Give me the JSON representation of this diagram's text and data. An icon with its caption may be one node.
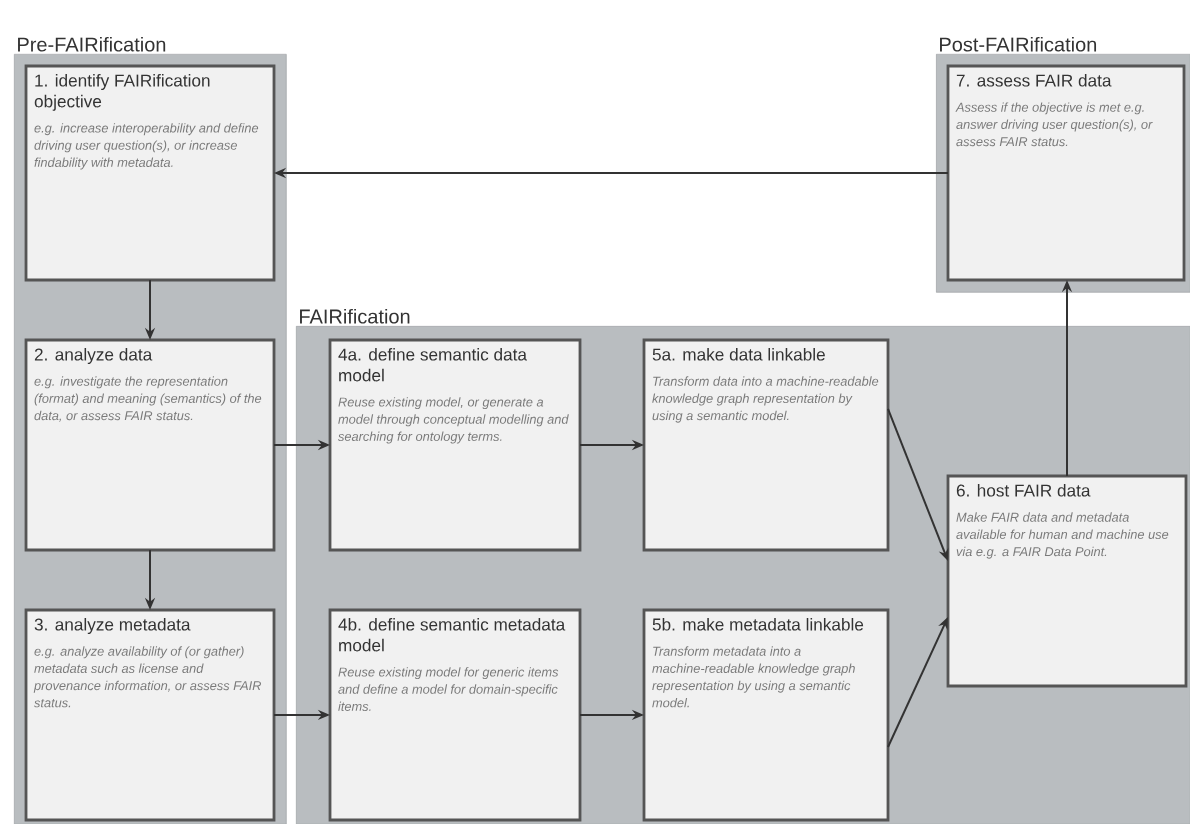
{
  "diagram": {
    "nodes": [
      {
        "text": [
          "Pre-FAIRification"
        ]
      },
      {
        "text": [
          "1. identify FAIRification objective",
          "e.g. increase interoperability and define driving user question(s), or increase findability with metadata."
        ],
        "in": 0
      },
      {
        "text": [
          "2. analyze data",
          "e.g. investigate the representation (format) and meaning (semantics) of the data, or assess FAIR status."
        ],
        "in": 0
      },
      {
        "text": [
          "3. analyze metadata",
          "e.g. analyze availability of (or gather) metadata such as license and provenance information, or assess FAIR status."
        ],
        "in": 0
      },
      {
        "text": [
          "Post-FAIRification"
        ]
      },
      {
        "text": [
          "7. assess FAIR data",
          "Assess if the objective is met e.g. answer driving user question(s), or assess FAIR status."
        ],
        "in": 4
      },
      {
        "text": [
          "FAIRification"
        ]
      },
      {
        "text": [
          "4a. define semantic data model",
          "Reuse existing model, or generate a model through conceptual modelling and searching for ontology terms."
        ],
        "in": 6
      },
      {
        "text": [
          "5a. make data linkable",
          "Transform data into a machine-readable knowledge graph representation by using a semantic model."
        ],
        "in": 6
      },
      {
        "text": [
          "6. host FAIR data",
          "Make FAIR data and metadata available for human and machine use via e.g. a FAIR Data Point."
        ],
        "in": 6
      },
      {
        "text": [
          "4b. define semantic metadata model",
          "Reuse existing model for generic items and define a model for domain-specific items."
        ],
        "in": 6
      },
      {
        "text": [
          "5b. make metadata linkable",
          "Transform metadata into a machine-readable knowledge graph representation by using a semantic model."
        ],
        "in": 6
      }
    ],
    "edges": [
      {
        "from": 1,
        "to": 2,
        "arrow": "to"
      },
      {
        "from": 2,
        "to": 3,
        "arrow": "to"
      },
      {
        "from": 2,
        "to": 7,
        "arrow": "to"
      },
      {
        "from": 3,
        "to": 10,
        "arrow": "to"
      },
      {
        "from": 7,
        "to": 8,
        "arrow": "to"
      },
      {
        "from": 10,
        "to": 11,
        "arrow": "to"
      },
      {
        "from": 8,
        "to": 9,
        "arrow": "to"
      },
      {
        "from": 11,
        "to": 9,
        "arrow": "to"
      },
      {
        "from": 9,
        "to": 5,
        "arrow": "to"
      },
      {
        "from": 5,
        "to": 1,
        "arrow": "to"
      }
    ]
  }
}
